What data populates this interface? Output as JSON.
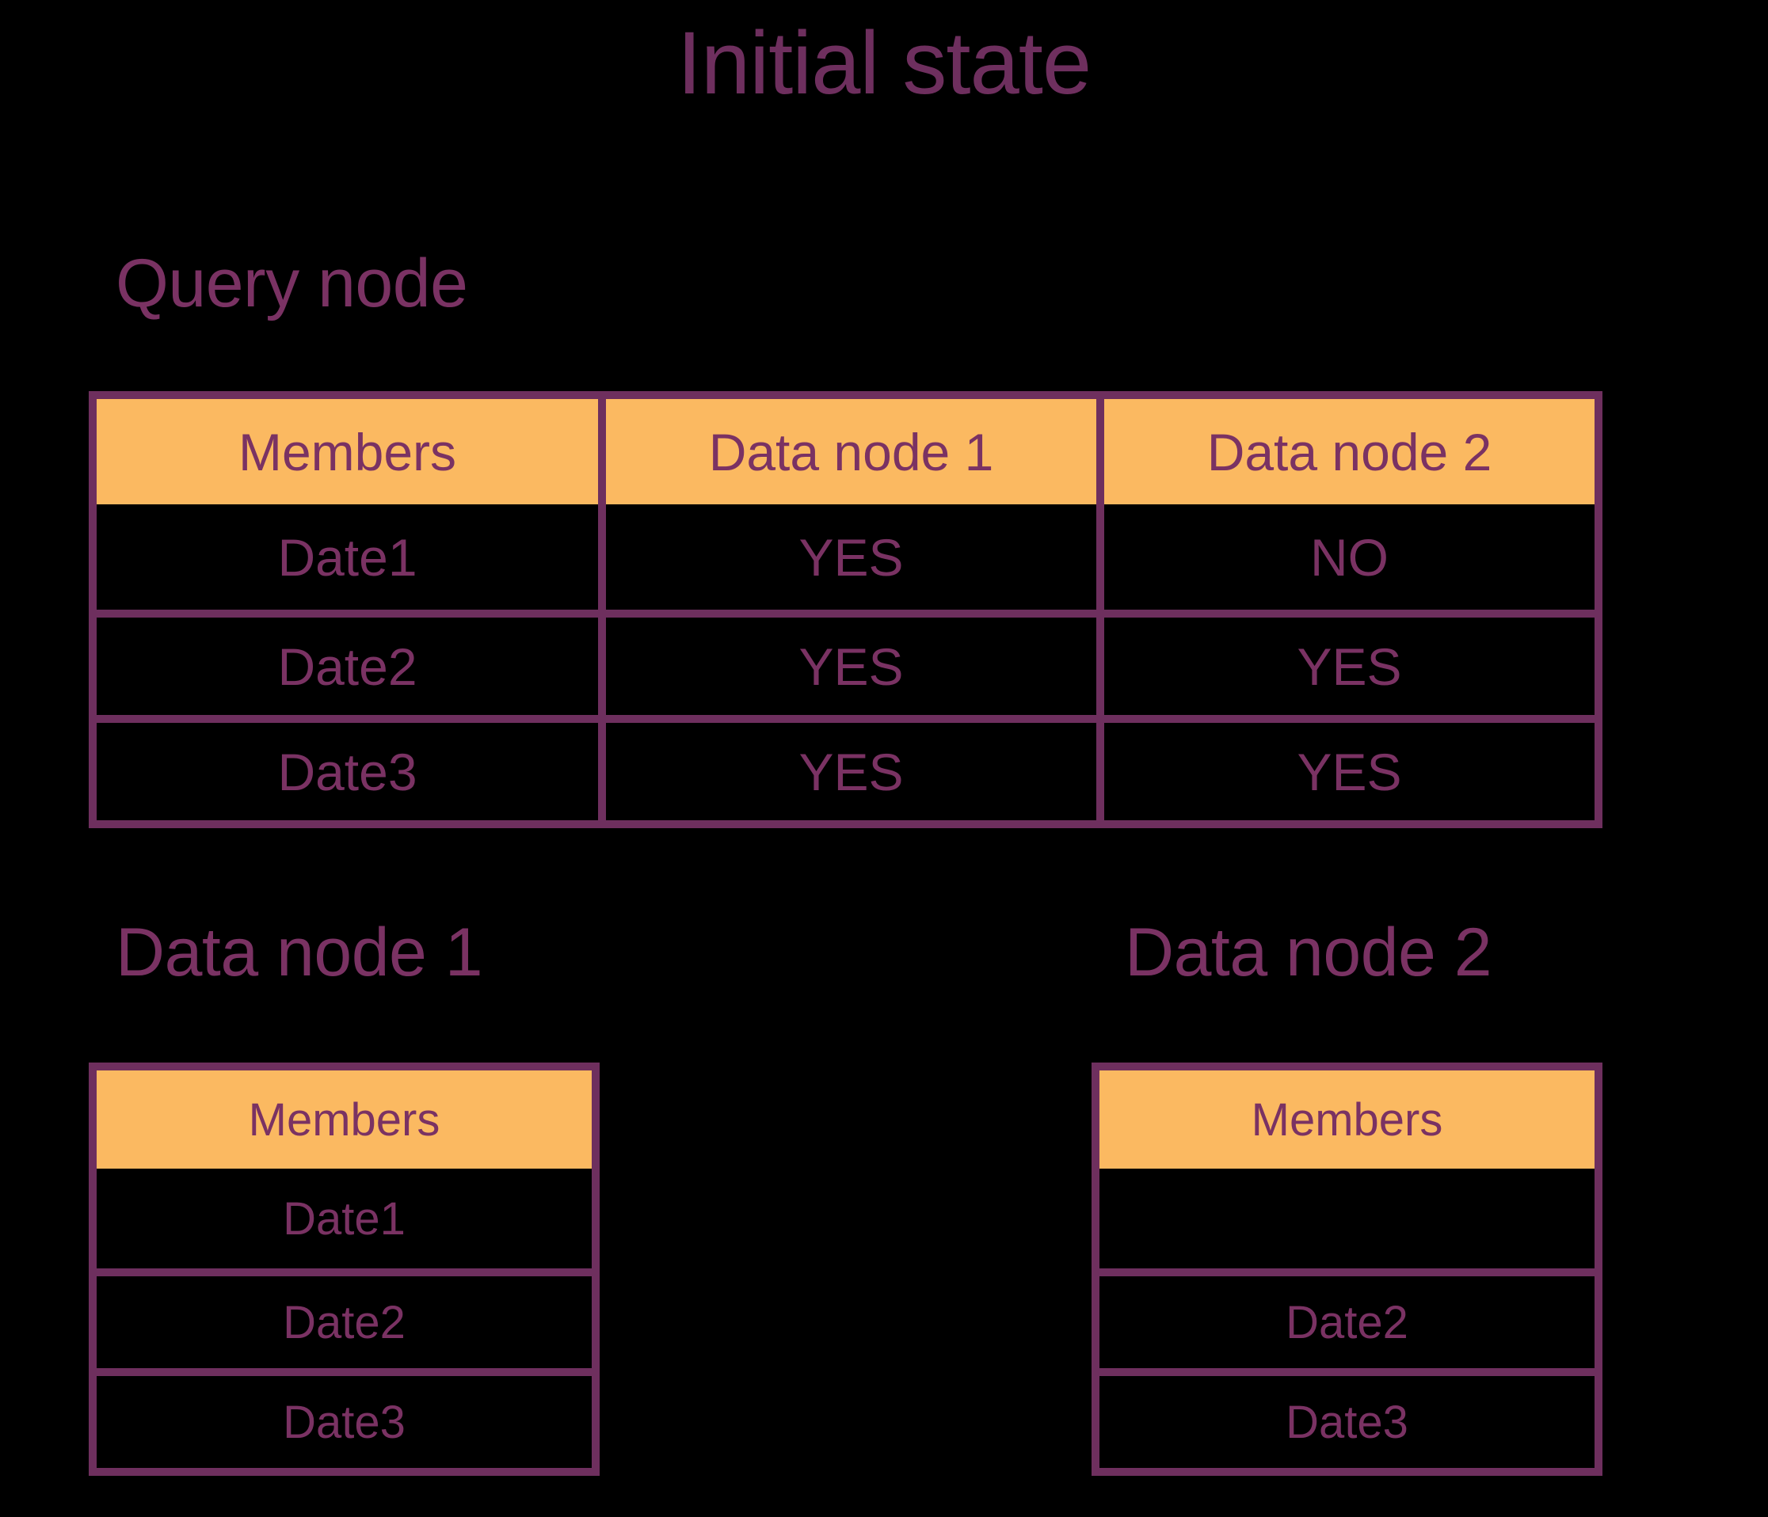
{
  "title": "Initial state",
  "colors": {
    "background": "#000000",
    "accent_purple": "#6E2F5E",
    "text_purple": "#7A3263",
    "header_orange": "#FBB961",
    "yes_green": "#0DA54B"
  },
  "sections": {
    "query_node": {
      "heading": "Query node",
      "table": {
        "columns": [
          "Members",
          "Data node 1",
          "Data node 2"
        ],
        "rows": [
          {
            "member": "Date1",
            "node1": "YES",
            "node2": "NO"
          },
          {
            "member": "Date2",
            "node1": "YES",
            "node2": "YES"
          },
          {
            "member": "Date3",
            "node1": "YES",
            "node2": "YES"
          }
        ]
      }
    },
    "data_node_1": {
      "heading": "Data node 1",
      "table": {
        "columns": [
          "Members"
        ],
        "rows": [
          {
            "member": "Date1"
          },
          {
            "member": "Date2"
          },
          {
            "member": "Date3"
          }
        ]
      }
    },
    "data_node_2": {
      "heading": "Data node 2",
      "table": {
        "columns": [
          "Members"
        ],
        "rows": [
          {
            "member": ""
          },
          {
            "member": "Date2"
          },
          {
            "member": "Date3"
          }
        ]
      }
    }
  }
}
